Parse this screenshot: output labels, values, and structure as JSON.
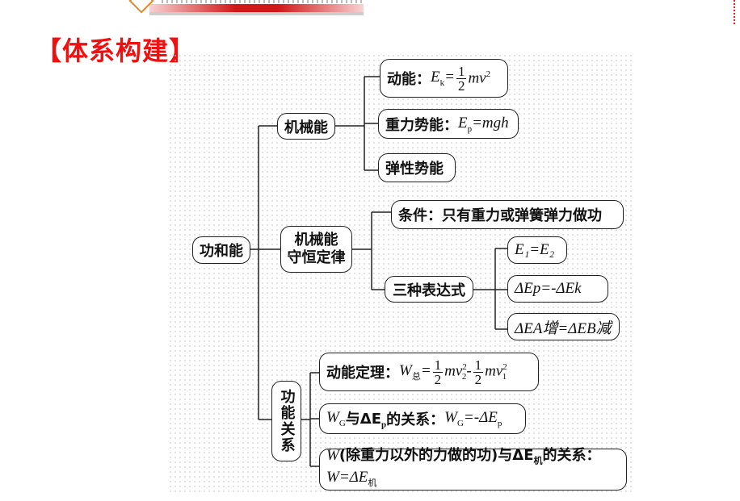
{
  "title": "【体系构建】",
  "colors": {
    "title": "#f01010",
    "header_bar": "#d01a1a",
    "diamond": "#e08a2a"
  },
  "root": "功和能",
  "branches": {
    "mech_energy": {
      "label": "机械能",
      "items": {
        "kinetic": {
          "label": "动能：",
          "sym": "E",
          "sub": "k",
          "eq": "=",
          "num": "1",
          "den": "2",
          "rest": "mv",
          "sup": "2"
        },
        "gravity_pe": {
          "label": "重力势能：",
          "sym": "E",
          "sub": "p",
          "rest": "=mgh"
        },
        "elastic_pe": {
          "label": "弹性势能"
        }
      }
    },
    "conservation": {
      "label_line1": "机械能",
      "label_line2": "守恒定律",
      "condition": "条件：只有重力或弹簧弹力做功",
      "expressions": {
        "label": "三种表达式",
        "items": [
          {
            "text": "E₁=E₂"
          },
          {
            "text": "ΔEp=-ΔEk"
          },
          {
            "text": "ΔEA增=ΔEB减"
          }
        ]
      }
    },
    "work_energy": {
      "label": "功能关系",
      "theorem": {
        "label": "动能定理：",
        "lhs": "W",
        "lhs_sub": "总",
        "eq": "=",
        "num": "1",
        "den": "2",
        "t1": "mv",
        "t1_sub": "2",
        "t1_sup": "2",
        "minus": "-",
        "t2": "mv",
        "t2_sub": "1",
        "t2_sup": "2"
      },
      "gravity": {
        "w": "W",
        "w_sub": "G",
        "mid": "与ΔE",
        "e_sub": "p",
        "label": "的关系：",
        "rhs": "=-ΔE"
      },
      "other": {
        "line1_a": "W",
        "line1_b": "(除重力以外的力做的功)与ΔE",
        "e_sub": "机",
        "line1_c": "的关系：",
        "line2": "W=ΔE",
        "line2_sub": "机"
      }
    }
  }
}
